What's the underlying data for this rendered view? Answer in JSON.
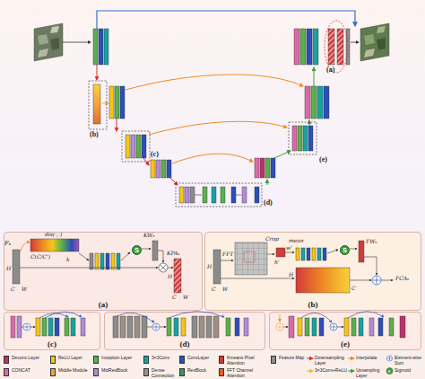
{
  "diagram": {
    "nodes": [
      {
        "text": [
          "(a)"
        ]
      },
      {
        "text": [
          "S"
        ],
        "in": 0
      },
      {
        "text": [
          "(b)"
        ]
      },
      {
        "text": [
          "S"
        ],
        "in": 2
      },
      {
        "text": [
          "(c)"
        ]
      },
      {
        "text": [
          "(d)"
        ]
      },
      {
        "text": [
          "(e)"
        ]
      }
    ],
    "labels": [
      "(a)",
      "(b)",
      "(c)",
      "(d)",
      "(e)",
      "Fₖ",
      "dis(·,·)",
      "C(C/C')",
      "k",
      "KWₖ",
      "KPAₖ",
      "H",
      "C",
      "W",
      "H",
      "C",
      "W",
      "H",
      "C",
      "W",
      "FFT",
      "Crop",
      "h'",
      "w'",
      "mean",
      "FWₖ",
      "C",
      "H",
      "FCAₖ",
      "S"
    ],
    "legend": [
      {
        "text": "Deconv Layer",
        "color": "#b8336a"
      },
      {
        "text": "ReLU Layer",
        "color": "#f5c518"
      },
      {
        "text": "Inception Layer",
        "color": "#5bb04b"
      },
      {
        "text": "3×3Conv",
        "color": "#17a3a0"
      },
      {
        "text": "ConvLayer",
        "color": "#2c4fb8"
      },
      {
        "text": "Kmeans Pixel Attention",
        "color": "#d13b3b"
      },
      {
        "text": "Feature Map",
        "color": "#8c8c8c"
      },
      {
        "text": "Downsampling Layer"
      },
      {
        "text": "Interpolate"
      },
      {
        "text": "Element-wise Sum"
      },
      {
        "text": "CONCAT",
        "color": "#d96aa8"
      },
      {
        "text": "Middle Module",
        "color": "#f4a23a"
      },
      {
        "text": "MidResBlock",
        "color": "#b58ad6"
      },
      {
        "text": "Dense Connection",
        "color": "#9c8f86"
      },
      {
        "text": "ResBlock",
        "color": "#3d8f7a"
      },
      {
        "text": "FFT Channel Attention",
        "color": "#e85d2a"
      },
      {
        "text": "3×3Conv+ReLU"
      },
      {
        "text": "Upsampling Layer"
      },
      {
        "text": "Sigmoid"
      }
    ]
  }
}
